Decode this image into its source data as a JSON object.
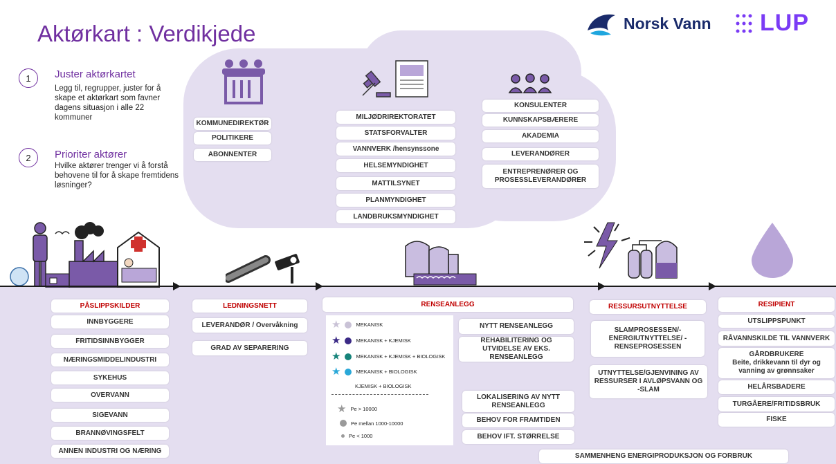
{
  "title": "Aktørkart : Verdikjede",
  "logos": {
    "norsk_vann": "Norsk Vann",
    "lup": "LUP"
  },
  "steps": [
    {
      "num": "1",
      "title": "Juster aktørkartet",
      "text": "Legg til, regrupper, juster for å skape et aktørkart som favner dagens situasjon i alle 22 kommuner"
    },
    {
      "num": "2",
      "title": "Prioriter aktører",
      "text": "Hvilke aktører trenger vi å forstå behovene til for å skape fremtidens løsninger?"
    }
  ],
  "cloud": {
    "group1": [
      "KOMMUNEDIREKTØR",
      "POLITIKERE",
      "ABONNENTER"
    ],
    "group2": [
      "MILJØDRIREKTORATET",
      "STATSFORVALTER",
      "VANNVERK /hensynssone",
      "HELSEMYNDIGHET",
      "MATTILSYNET",
      "PLANMYNDIGHET",
      "LANDBRUKSMYNDIGHET"
    ],
    "group3": [
      "KONSULENTER",
      "KUNNSKAPSBÆRERE",
      "AKADEMIA",
      "LEVERANDØRER",
      "ENTREPRENØRER OG PROSESSLEVERANDØRER"
    ]
  },
  "columns": {
    "paslipp": {
      "header": "PÅSLIPPSKILDER",
      "items": [
        "INNBYGGERE",
        "FRITIDSINNBYGGER",
        "NÆRINGSMIDDELINDUSTRI",
        "SYKEHUS",
        "OVERVANN",
        "SIGEVANN",
        "BRANNØVINGSFELT",
        "ANNEN INDUSTRI OG NÆRING"
      ]
    },
    "ledning": {
      "header": "LEDNINGSNETT",
      "items": [
        "LEVERANDØR / Overvåkning",
        "GRAD AV SEPARERING"
      ]
    },
    "rense": {
      "header": "RENSEANLEGG",
      "items": [
        "NYTT RENSEANLEGG",
        "REHABILITERING OG UTVIDELSE AV EKS. RENSEANLEGG",
        "LOKALISERING AV NYTT RENSEANLEGG",
        "BEHOV FOR FRAMTIDEN",
        "BEHOV IFT. STØRRELSE"
      ]
    },
    "ressurs": {
      "header": "RESSURSUTNYTTELSE",
      "items": [
        "SLAMPROSESSEN/- ENERGIUTNYTTELSE/ - RENSEPROSESSEN",
        "UTNYTTELSE/GJENVINING AV RESSURSER I AVLØPSVANN OG -SLAM"
      ]
    },
    "resipient": {
      "header": "RESIPIENT",
      "items": [
        "UTSLIPPSPUNKT",
        "RÅVANNSKILDE TIL VANNVERK",
        "GÅRDBRUKERE",
        "Beite, drikkevann til dyr og vanning av grønnsaker",
        "HELÅRSBADERE",
        "TURGÅERE/FRITIDSBRUK",
        "FISKE"
      ]
    }
  },
  "legend": {
    "rows": [
      "MEKANISK",
      "MEKANISK + KJEMISK",
      "MEKANISK + KJEMISK + BIOLOGISK",
      "MEKANISK + BIOLOGISK",
      "KJEMISK + BIOLOGISK"
    ],
    "size_rows": [
      "Pe > 10000",
      "Pe mellan 1000-10000",
      "Pe < 1000"
    ],
    "colors": [
      "#c9c2d6",
      "#3b2a86",
      "#16837a",
      "#2aa8d8"
    ]
  },
  "bottom": "SAMMENHENG ENERGIPRODUKSJON OG FORBRUK"
}
